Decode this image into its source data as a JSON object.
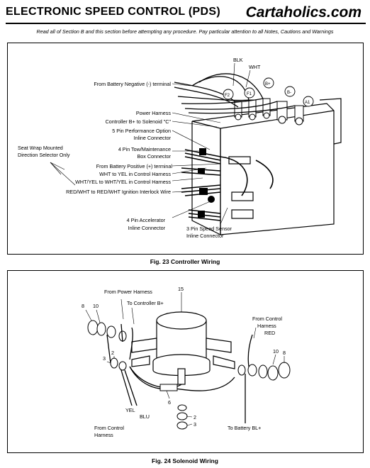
{
  "header": {
    "title": "ELECTRONIC SPEED CONTROL (PDS)",
    "brand": "Cartaholics.com",
    "notice": "Read all of Section B and this section before attempting any procedure. Pay particular attention to all Notes, Cautions and Warnings"
  },
  "fig23": {
    "caption": "Fig. 23  Controller Wiring",
    "labels": {
      "blk": "BLK",
      "wht": "WHT",
      "bplus": "B+",
      "bminus": "B-",
      "a1": "A1",
      "f1": "F1",
      "f2": "F2",
      "batt_neg": "From Battery Negative (-) terminal",
      "power_harness": "Power Harness",
      "controller_b": "Controller B+ to Solenoid \"C\"",
      "five_pin_1": "5 Pin Performance Option",
      "five_pin_2": "Inline Connector",
      "four_pin_tow_1": "4 Pin Tow/Maintenance",
      "four_pin_tow_2": "Box Connector",
      "seat_wrap_1": "Seat Wrap Mounted",
      "seat_wrap_2": "Direction Selector Only",
      "batt_pos": "From Battery Positive (+) terminal",
      "wht_yel": "WHT to YEL in Control Harness",
      "whtyel": "WHT/YEL to WHT/YEL in Control Harness",
      "redwht": "RED/WHT to RED/WHT Ignition Interlock Wire",
      "accel_1": "4 Pin Accelerator",
      "accel_2": "Inline Connector",
      "speed_1": "3 Pin Speed Sensor",
      "speed_2": "Inline Connector"
    }
  },
  "fig24": {
    "caption": "Fig. 24  Solenoid Wiring",
    "labels": {
      "n15": "15",
      "n8a": "8",
      "n10a": "10",
      "from_power": "From Power Harness",
      "to_controller": "To Controller B+",
      "from_control_1": "From Control",
      "from_control_2": "Harness",
      "red": "RED",
      "n10b": "10",
      "n8b": "8",
      "n3a": "3",
      "n2a": "2",
      "n6": "6",
      "yel": "YEL",
      "blu": "BLU",
      "n2b": "2",
      "n3b": "3",
      "from_control_b1": "From Control",
      "from_control_b2": "Harness",
      "to_battery": "To Battery BL+"
    }
  }
}
